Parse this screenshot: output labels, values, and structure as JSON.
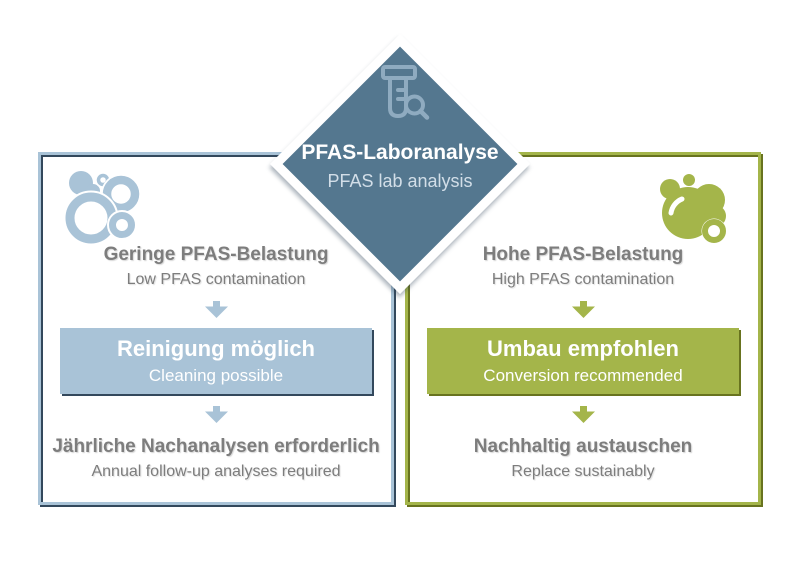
{
  "colors": {
    "slate": "#54778f",
    "light_blue": "#a9c3d7",
    "green": "#a4b54a",
    "dark_slate": "#33485c",
    "dark_olive": "#68731f",
    "gray_text": "#7d7d7d"
  },
  "diamond": {
    "title": "PFAS-Laboranalyse",
    "subtitle": "PFAS lab analysis",
    "icon": "test-tube-magnifier-icon"
  },
  "panels": {
    "left": {
      "icon": "foam-bubbles-outline-icon",
      "heading_de": "Geringe PFAS-Belastung",
      "heading_en": "Low PFAS contamination",
      "action_de": "Reinigung möglich",
      "action_en": "Cleaning possible",
      "outcome_de": "Jährliche Nachanalysen erforderlich",
      "outcome_en": "Annual follow-up analyses required"
    },
    "right": {
      "icon": "foam-bubbles-filled-icon",
      "heading_de": "Hohe PFAS-Belastung",
      "heading_en": "High PFAS contamination",
      "action_de": "Umbau empfohlen",
      "action_en": "Conversion recommended",
      "outcome_de": "Nachhaltig austauschen",
      "outcome_en": "Replace sustainably"
    }
  }
}
